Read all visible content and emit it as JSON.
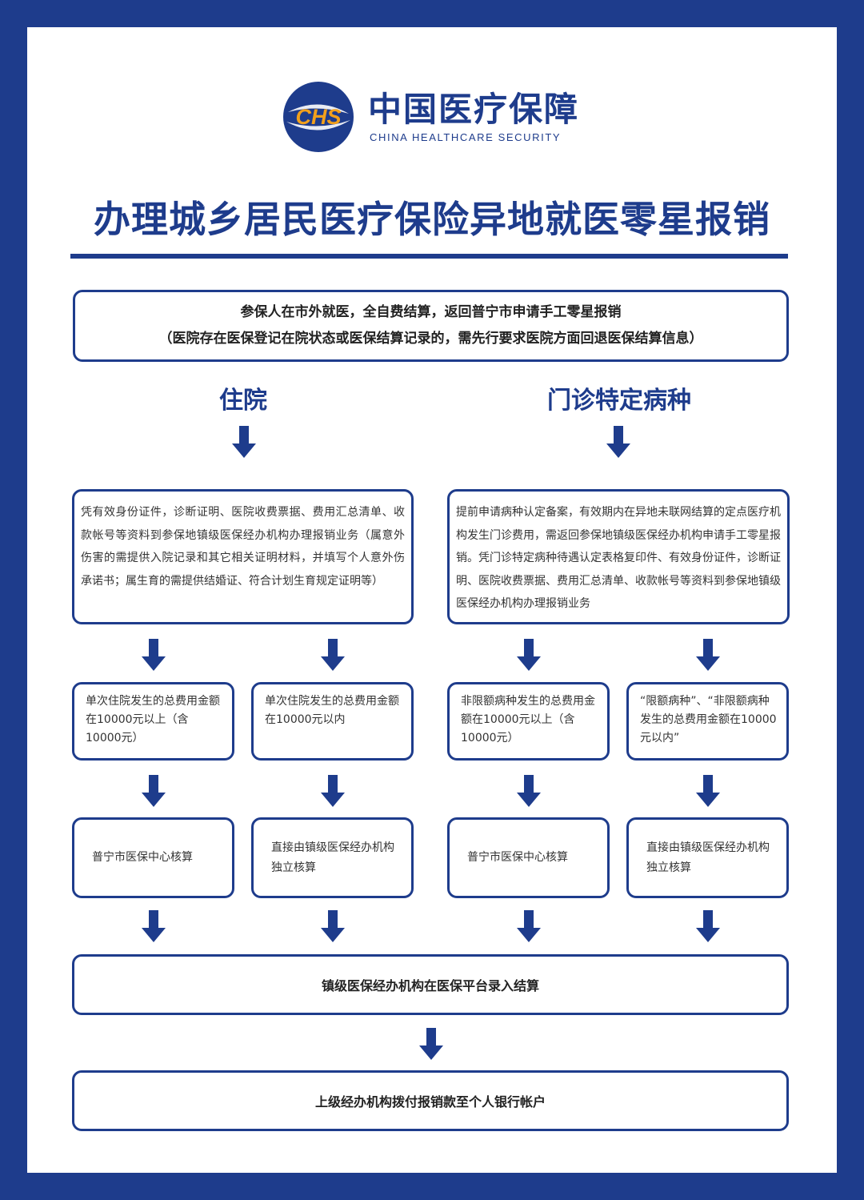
{
  "logo": {
    "mark_text": "CHS",
    "name": "中国医疗保障",
    "subtitle": "CHINA HEALTHCARE SECURITY"
  },
  "title": "办理城乡居民医疗保险异地就医零星报销",
  "intro": {
    "line1": "参保人在市外就医，全自费结算，返回普宁市申请手工零星报销",
    "line2": "（医院存在医保登记在院状态或医保结算记录的，需先行要求医院方面回退医保结算信息）"
  },
  "left": {
    "heading": "住院",
    "requirements": "凭有效身份证件，诊断证明、医院收费票据、费用汇总清单、收款帐号等资料到参保地镇级医保经办机构办理报销业务（属意外伤害的需提供入院记录和其它相关证明材料，并填写个人意外伤承诺书；属生育的需提供结婚证、符合计划生育规定证明等）",
    "case_a": "单次住院发生的总费用金额在10000元以上（含10000元）",
    "case_b": "单次住院发生的总费用金额在10000元以内",
    "result_a": "普宁市医保中心核算",
    "result_b": "直接由镇级医保经办机构独立核算"
  },
  "right": {
    "heading": "门诊特定病种",
    "requirements": "提前申请病种认定备案，有效期内在异地未联网结算的定点医疗机构发生门诊费用，需返回参保地镇级医保经办机构申请手工零星报销。凭门诊特定病种待遇认定表格复印件、有效身份证件，诊断证明、医院收费票据、费用汇总清单、收款帐号等资料到参保地镇级医保经办机构办理报销业务",
    "case_a": "非限额病种发生的总费用金额在10000元以上（含10000元）",
    "case_b": "“限额病种”、“非限额病种发生的总费用金额在10000元以内”",
    "result_a": "普宁市医保中心核算",
    "result_b": "直接由镇级医保经办机构独立核算"
  },
  "settlement": "镇级医保经办机构在医保平台录入结算",
  "payment": "上级经办机构拨付报销款至个人银行帐户",
  "colors": {
    "brand": "#1e3c8c",
    "accent": "#f2a01c"
  }
}
